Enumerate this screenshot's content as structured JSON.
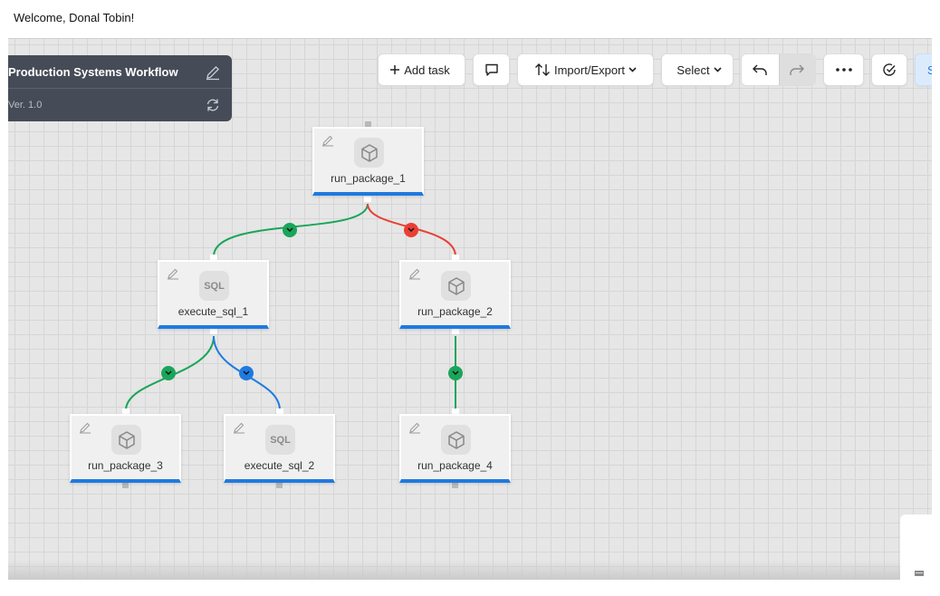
{
  "header": {
    "welcome": "Welcome, Donal Tobin!"
  },
  "workflow": {
    "title": "Production Systems Workflow",
    "version": "Ver. 1.0"
  },
  "toolbar": {
    "add_task": "Add task",
    "import_export": "Import/Export",
    "select": "Select",
    "save_partial": "S"
  },
  "colors": {
    "success": "#1aa55a",
    "failure": "#e84035",
    "complete": "#1f7ae0",
    "accent": "#1f7ae0"
  },
  "nodes": [
    {
      "name": "run_package_1",
      "icon": "package-icon"
    },
    {
      "name": "execute_sql_1",
      "icon": "sql-icon",
      "icon_text": "SQL"
    },
    {
      "name": "run_package_2",
      "icon": "package-icon"
    },
    {
      "name": "run_package_3",
      "icon": "package-icon"
    },
    {
      "name": "execute_sql_2",
      "icon": "sql-icon",
      "icon_text": "SQL"
    },
    {
      "name": "run_package_4",
      "icon": "package-icon"
    }
  ],
  "edges": [
    {
      "from": "run_package_1",
      "to": "execute_sql_1",
      "condition": "success"
    },
    {
      "from": "run_package_1",
      "to": "run_package_2",
      "condition": "failure"
    },
    {
      "from": "execute_sql_1",
      "to": "run_package_3",
      "condition": "success"
    },
    {
      "from": "execute_sql_1",
      "to": "execute_sql_2",
      "condition": "complete"
    },
    {
      "from": "run_package_2",
      "to": "run_package_4",
      "condition": "success"
    }
  ]
}
